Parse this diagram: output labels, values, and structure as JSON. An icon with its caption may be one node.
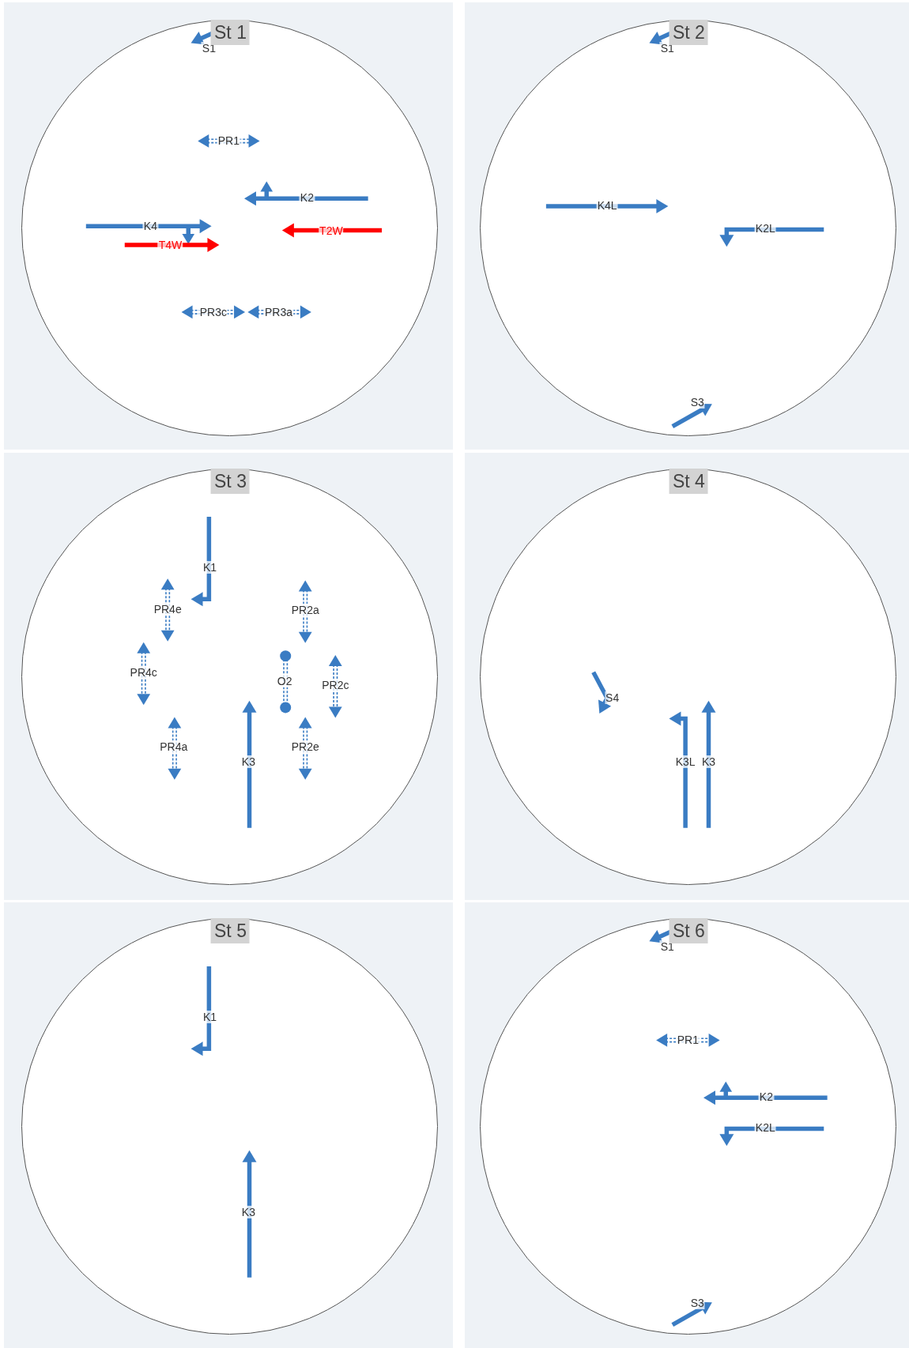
{
  "diagram": {
    "nodes": [
      {
        "text": [
          "St 1"
        ]
      },
      {
        "text": [
          "St 2"
        ]
      },
      {
        "text": [
          "St 3"
        ]
      },
      {
        "text": [
          "St 4"
        ]
      },
      {
        "text": [
          "St 5"
        ]
      },
      {
        "text": [
          "St 6"
        ]
      }
    ],
    "labels": [
      "S1",
      "PR1",
      "K2",
      "K4",
      "T2W",
      "T4W",
      "PR3c",
      "PR3a",
      "S1",
      "K4L",
      "K2L",
      "S3",
      "K1",
      "PR4e",
      "PR2a",
      "PR4c",
      "O2",
      "PR2c",
      "PR4a",
      "K3",
      "PR2e",
      "S4",
      "K3L",
      "K3",
      "K1",
      "K3",
      "S1",
      "PR1",
      "K2",
      "K2L",
      "S3"
    ]
  }
}
